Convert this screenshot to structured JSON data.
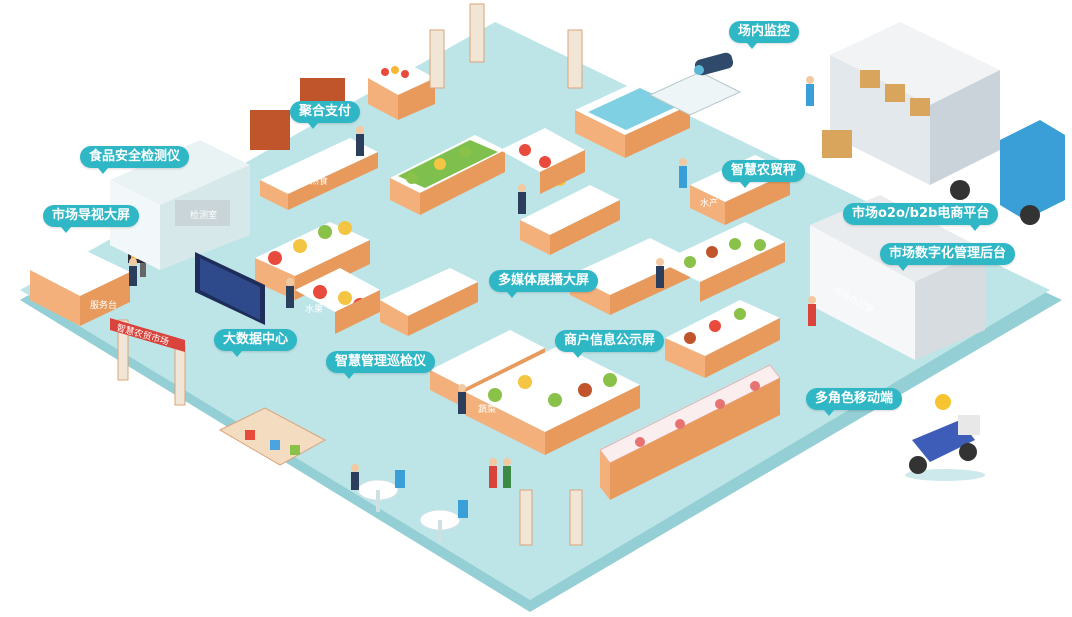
{
  "colors": {
    "floor": "#b9e3e6",
    "floor_edge": "#93cfd4",
    "callout_bg": "#2fb7c6",
    "counter_top": "#ffffff",
    "counter_side": "#e8a468",
    "accent_red": "#d9433b"
  },
  "callouts": {
    "monitoring": "场内监控",
    "aggregate_pay": "聚合支付",
    "food_safety": "食品安全检测仪",
    "market_guide": "市场导视大屏",
    "smart_scale": "智慧农贸秤",
    "ecommerce": "市场o2o/b2b电商平台",
    "digital_backend": "市场数字化管理后台",
    "multimedia": "多媒体展播大屏",
    "big_data": "大数据中心",
    "merchant_info": "商户信息公示屏",
    "patrol": "智慧管理巡检仪",
    "mobile": "多角色移动端"
  },
  "area_signs": {
    "service_desk": "服务台",
    "inspection_room": "检测室",
    "cooked_food": "熟食",
    "fruit": "水果",
    "aquatic": "水产",
    "vegetables": "蔬菜",
    "office": "市场办公室",
    "gate_banner": "智慧农贸市场"
  },
  "icons": {
    "camera": "security-camera-icon",
    "truck": "delivery-truck-icon",
    "scooter": "delivery-scooter-icon"
  }
}
